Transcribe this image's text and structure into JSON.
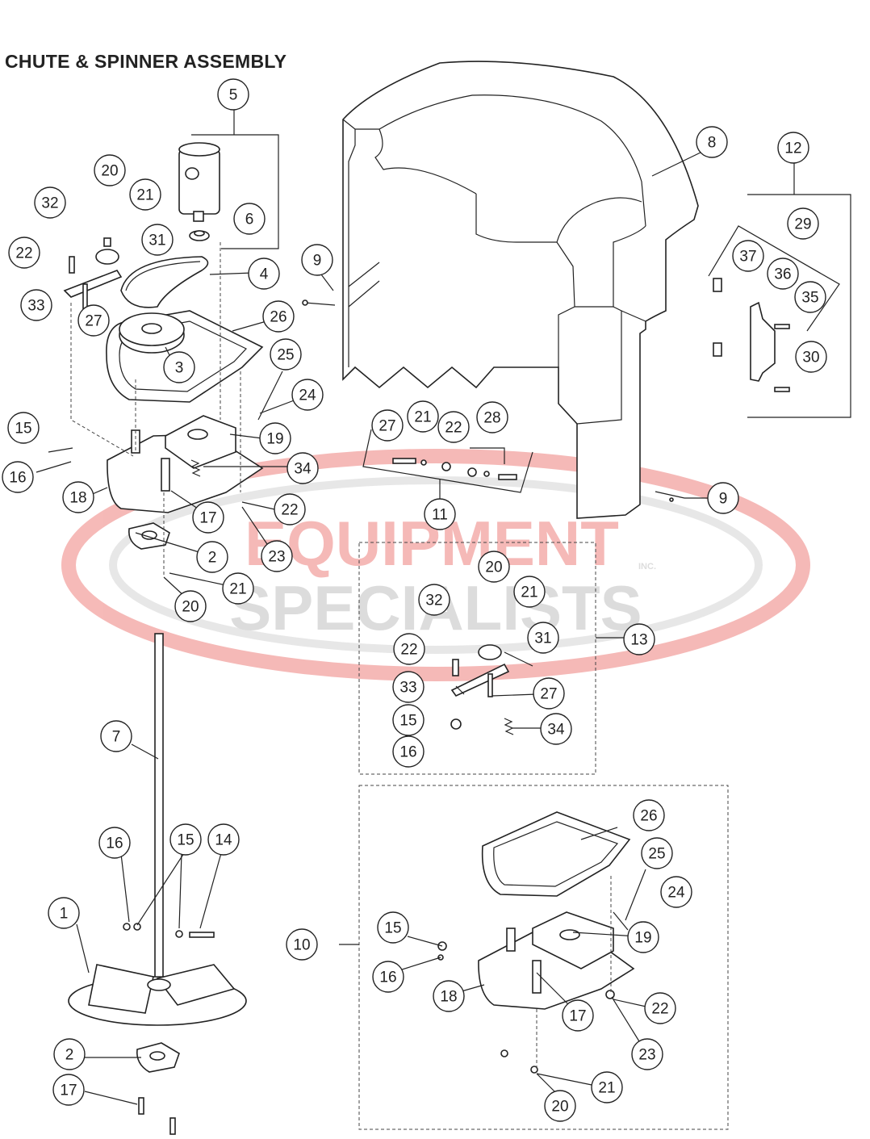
{
  "title": "CHUTE & SPINNER ASSEMBLY",
  "watermark": {
    "line1": "EQUIPMENT",
    "line2": "SPECIALISTS",
    "suffix": "INC.",
    "color_red": "#e53935",
    "color_gray": "#9e9e9e"
  },
  "callouts": [
    "5",
    "8",
    "12",
    "20",
    "21",
    "32",
    "31",
    "6",
    "22",
    "4",
    "9",
    "29",
    "33",
    "27",
    "26",
    "37",
    "36",
    "35",
    "3",
    "25",
    "30",
    "24",
    "15",
    "27",
    "21",
    "22",
    "28",
    "19",
    "16",
    "34",
    "18",
    "17",
    "22",
    "9",
    "2",
    "23",
    "11",
    "21",
    "20",
    "20",
    "32",
    "21",
    "31",
    "13",
    "22",
    "33",
    "27",
    "15",
    "34",
    "16",
    "7",
    "26",
    "16",
    "15",
    "14",
    "25",
    "1",
    "24",
    "19",
    "10",
    "15",
    "16",
    "18",
    "17",
    "22",
    "2",
    "23",
    "17",
    "21",
    "20"
  ]
}
